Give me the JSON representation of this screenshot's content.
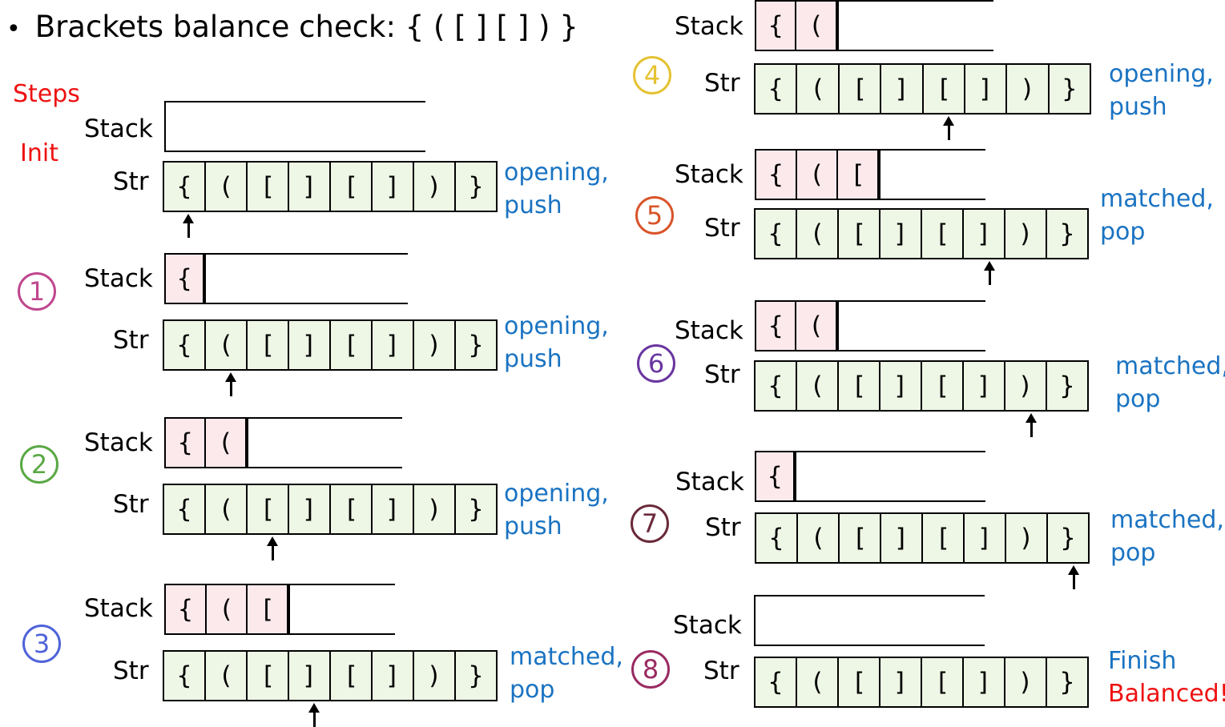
{
  "title": {
    "bullet": "•",
    "text": "Brackets balance check: { ( [ ] [ ] ) }"
  },
  "labels": {
    "steps": "Steps",
    "init": "Init",
    "stack": "Stack",
    "str": "Str"
  },
  "str_chars": [
    "{",
    "(",
    "[",
    "]",
    "[",
    "]",
    ")",
    "}"
  ],
  "steps": [
    {
      "marker": "",
      "color": "#ee1111",
      "stack": [],
      "pointer": 0,
      "note": [
        "opening,",
        "push"
      ]
    },
    {
      "marker": "1",
      "color": "#c0468e",
      "stack": [
        "{"
      ],
      "pointer": 1,
      "note": [
        "opening,",
        "push"
      ]
    },
    {
      "marker": "2",
      "color": "#5aa845",
      "stack": [
        "{",
        "("
      ],
      "pointer": 2,
      "note": [
        "opening,",
        "push"
      ]
    },
    {
      "marker": "3",
      "color": "#4f63d8",
      "stack": [
        "{",
        "(",
        "["
      ],
      "pointer": 3,
      "note": [
        "matched,",
        "pop"
      ]
    },
    {
      "marker": "4",
      "color": "#e5c232",
      "stack": [
        "{",
        "("
      ],
      "pointer": 4,
      "note": [
        "opening,",
        "push"
      ]
    },
    {
      "marker": "5",
      "color": "#d9542a",
      "stack": [
        "{",
        "(",
        "["
      ],
      "pointer": 5,
      "note": [
        "matched,",
        "pop"
      ]
    },
    {
      "marker": "6",
      "color": "#6a35a0",
      "stack": [
        "{",
        "("
      ],
      "pointer": 6,
      "note": [
        "matched,",
        "pop"
      ]
    },
    {
      "marker": "7",
      "color": "#6a2a3a",
      "stack": [
        "{"
      ],
      "pointer": 7,
      "note": [
        "matched,",
        "pop"
      ]
    },
    {
      "marker": "8",
      "color": "#9a2a62",
      "stack": [],
      "pointer": -1,
      "note": [
        "Finish",
        "Balanced!"
      ]
    }
  ]
}
